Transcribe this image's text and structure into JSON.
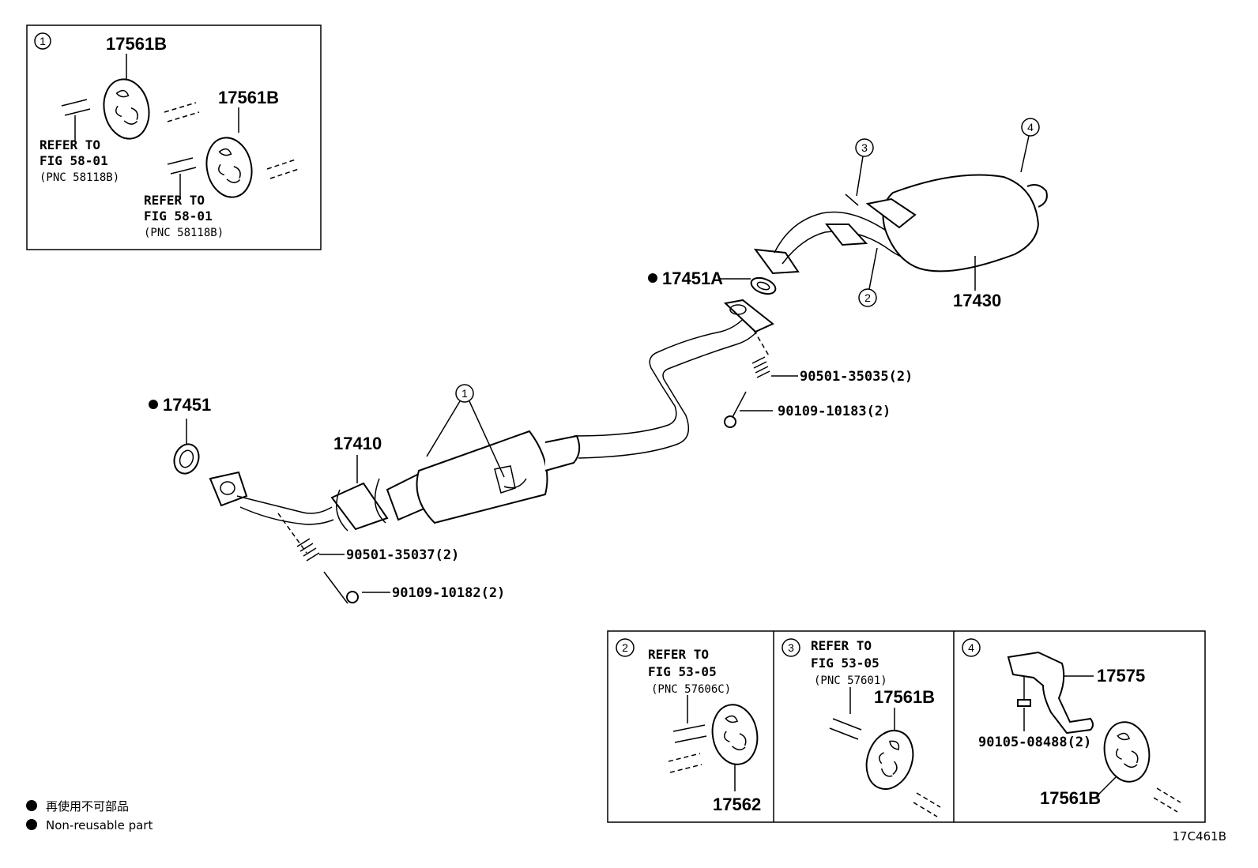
{
  "diagram_code": "17C461B",
  "legend": {
    "japanese": "再使用不可部品",
    "english": "Non-reusable part"
  },
  "main_labels": {
    "gasket_front": "17451",
    "gasket_rear": "17451A",
    "front_pipe": "17410",
    "tail_pipe": "17430",
    "spring_front": "90501-35037(2)",
    "bolt_front": "90109-10182(2)",
    "spring_rear": "90501-35035(2)",
    "bolt_rear": "90109-10183(2)"
  },
  "callouts": {
    "c1": "1",
    "c2": "2",
    "c3": "3",
    "c4": "4"
  },
  "inset1": {
    "number": "1",
    "part_a": "17561B",
    "part_b": "17561B",
    "ref_a_line1": "REFER TO",
    "ref_a_line2": "FIG 58-01",
    "ref_a_line3": "(PNC 58118B)",
    "ref_b_line1": "REFER TO",
    "ref_b_line2": "FIG 58-01",
    "ref_b_line3": "(PNC 58118B)"
  },
  "inset2": {
    "number": "2",
    "ref_line1": "REFER TO",
    "ref_line2": "FIG 53-05",
    "ref_line3": "(PNC 57606C)",
    "part": "17562"
  },
  "inset3": {
    "number": "3",
    "ref_line1": "REFER TO",
    "ref_line2": "FIG 53-05",
    "ref_line3": "(PNC 57601)",
    "part": "17561B"
  },
  "inset4": {
    "number": "4",
    "part_bracket": "17575",
    "part_bolt": "90105-08488(2)",
    "part_hanger": "17561B"
  }
}
